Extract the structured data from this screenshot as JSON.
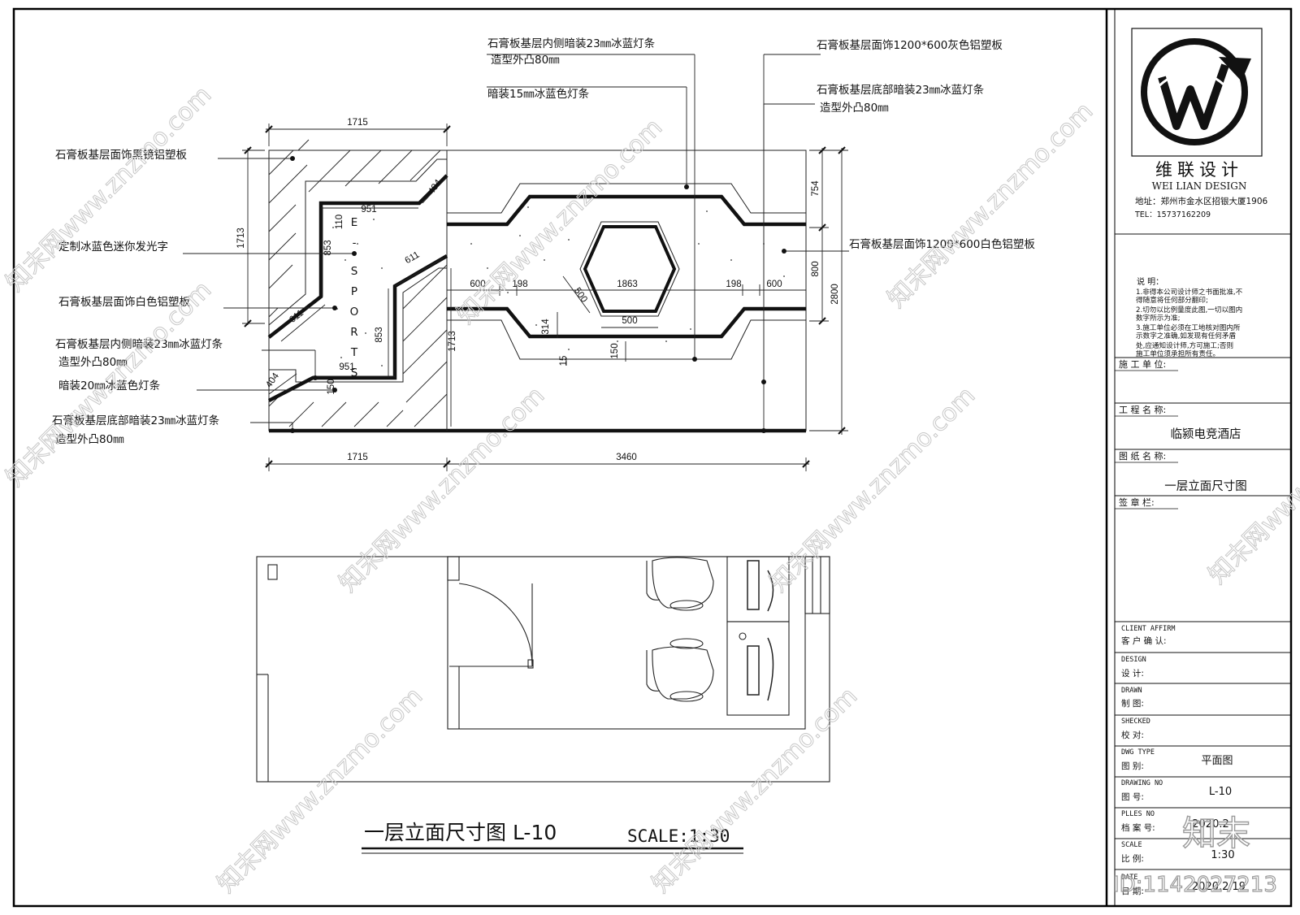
{
  "annotations": {
    "left": [
      "石膏板基层面饰黑镜铝塑板",
      "定制冰蓝色迷你发光字",
      "石膏板基层面饰白色铝塑板",
      "石膏板基层内侧暗装23㎜冰蓝灯条",
      "造型外凸80㎜",
      "暗装20㎜冰蓝色灯条",
      "石膏板基层底部暗装23㎜冰蓝灯条",
      "造型外凸80㎜"
    ],
    "top_center": [
      "石膏板基层内侧暗装23㎜冰蓝灯条",
      "造型外凸80㎜",
      "暗装15㎜冰蓝色灯条"
    ],
    "right": [
      "石膏板基层面饰1200*600灰色铝塑板",
      "石膏板基层底部暗装23㎜冰蓝灯条",
      "造型外凸80㎜",
      "石膏板基层面饰1200*600白色铝塑板"
    ]
  },
  "dimensions": {
    "top_width": "1715",
    "bottom_left": "1715",
    "bottom_right": "3460",
    "left_height": "1713",
    "right_top": "754",
    "right_mid": "800",
    "right_total": "2800",
    "inner_left_height": "1713",
    "d951_top": "951",
    "d951_bottom": "951",
    "d404_top": "404",
    "d404_bottom": "404",
    "d611_a": "611",
    "d611_b": "611",
    "d853_a": "853",
    "d853_b": "853",
    "d110": "110",
    "d150_a": "150",
    "d150_b": "150",
    "d600_left": "600",
    "d198_left": "198",
    "d1863": "1863",
    "d198_right": "198",
    "d600_right": "600",
    "d500_diag": "500",
    "d500_bottom": "500",
    "d314": "314",
    "d15": "15"
  },
  "sign_letters": [
    "E",
    "-",
    "S",
    "P",
    "O",
    "R",
    "T",
    "S"
  ],
  "title": {
    "main": "一层立面尺寸图 L-10",
    "scale": "SCALE:1:30"
  },
  "title_block": {
    "company_cn": "维联设计",
    "company_en": "WEI LIAN   DESIGN",
    "address": "地址：郑州市金水区招银大厦1906",
    "tel": "TEL：15737162209",
    "notes_heading": "说  明：",
    "notes": [
      "1.非得本公司设计师之书面批准,不",
      "得随意将任何部分翻印;",
      "2.切勿以比例量度此图,一切以图内",
      "数字所示为准;",
      "3.施工单位必须在工地核对图内所",
      "示数字之准确,如发现有任何矛盾",
      "处,应通知设计师,方可施工;否则",
      "施工单位须承担所有责任。"
    ],
    "construction_unit": "施 工 单 位:",
    "project_name_label": "工 程 名 称:",
    "project_name": "临颍电竞酒店",
    "drawing_name_label": "图 纸 名 称:",
    "drawing_name": "一层立面尺寸图",
    "signature": "签 章 栏:",
    "client_affirm_en": "CLIENT AFFIRM",
    "client_affirm_cn": "客 户 确 认:",
    "design_en": "DESIGN",
    "design_cn": "设  计:",
    "drawn_en": "DRAWN",
    "drawn_cn": "制  图:",
    "checked_en": "SHECKED",
    "checked_cn": "校  对:",
    "dwg_type_en": "DWG TYPE",
    "dwg_type_cn": "图  别:",
    "dwg_type_value": "平面图",
    "drawing_no_en": "DRAWING NO",
    "drawing_no_cn": "图  号:",
    "drawing_no_value": "L-10",
    "plles_en": "PLLES NO",
    "plles_cn": "档 案 号:",
    "plles_value": "2020.2",
    "scale_en": "SCALE",
    "scale_cn": "比  例:",
    "scale_value": "1:30",
    "date_en": "DATE",
    "date_cn": "日  期:",
    "date_value": "2020.2.19"
  },
  "watermarks": {
    "site": "知末网www.znzmo.com",
    "brand": "知末",
    "id": "ID:1142027213"
  }
}
